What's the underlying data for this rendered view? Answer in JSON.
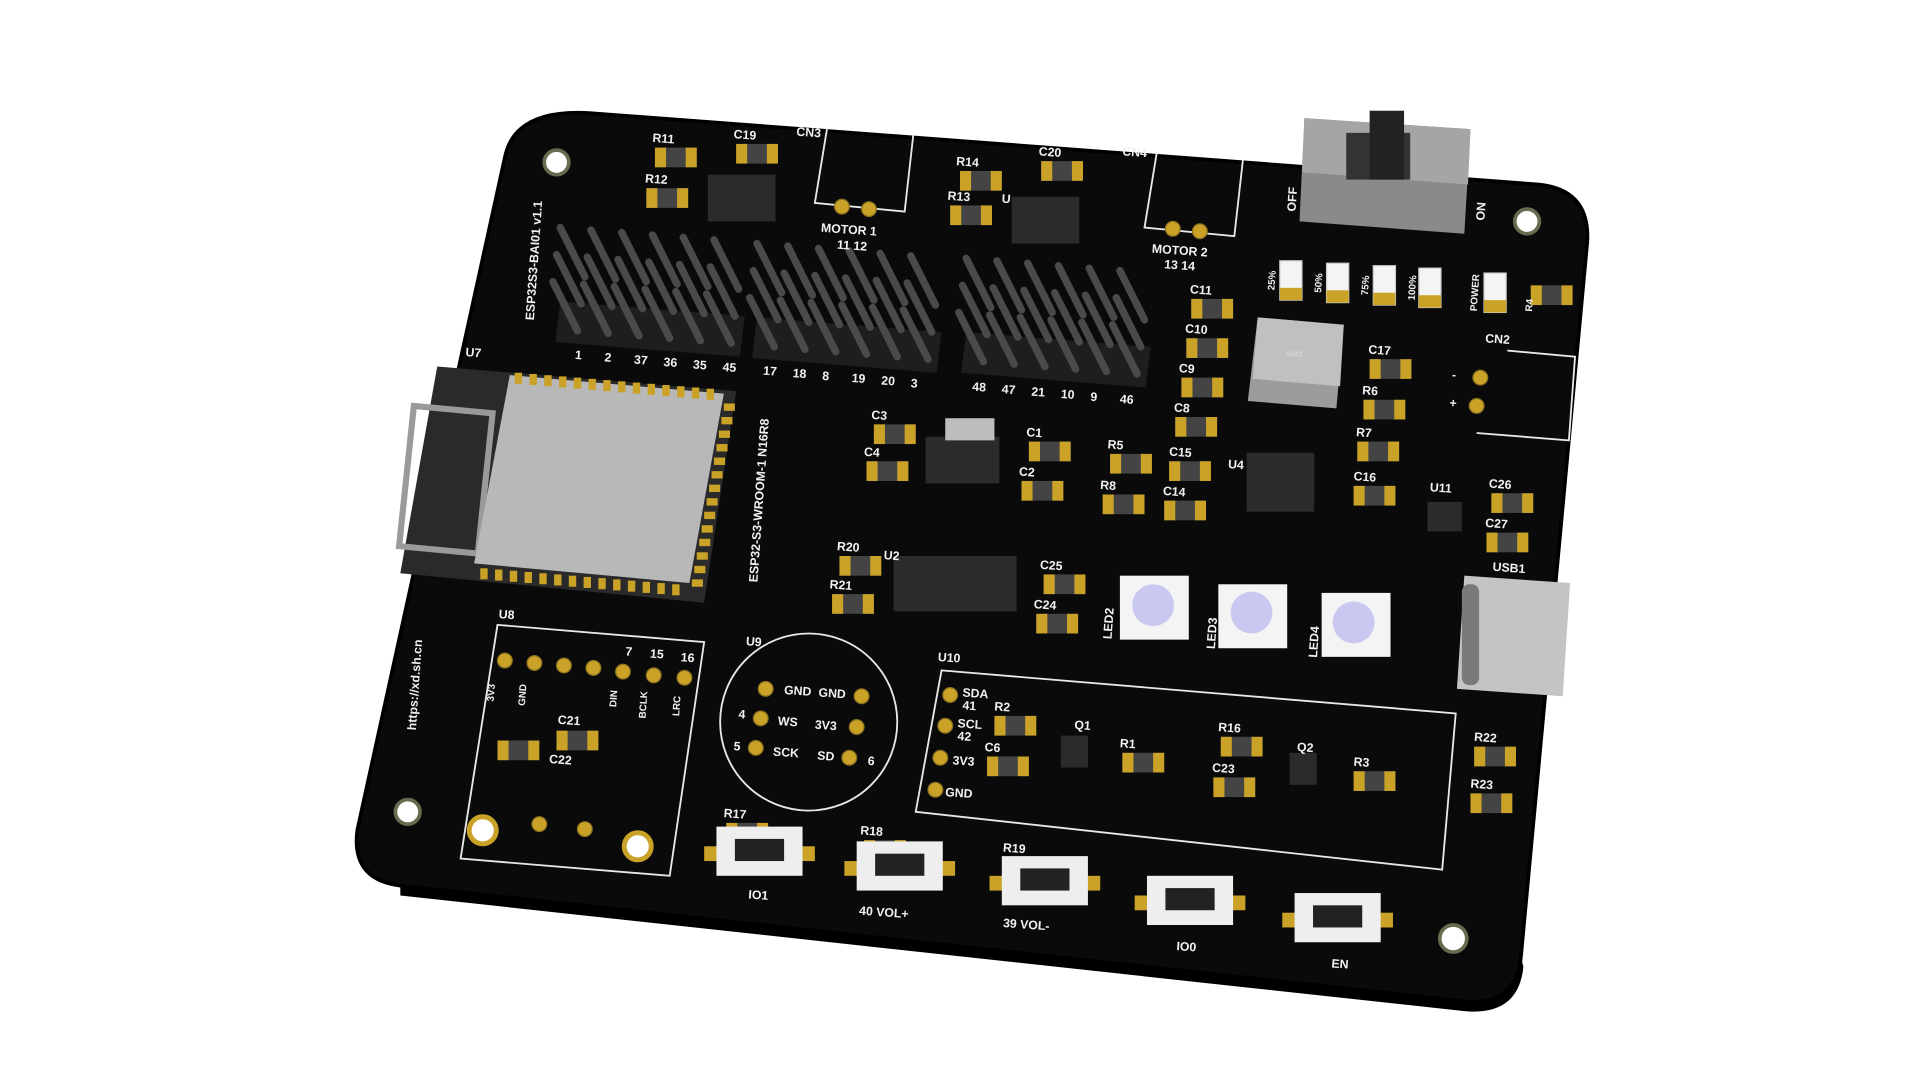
{
  "board": {
    "name": "ESP32S3-BAI01 v1.1",
    "url": "https://xd.sh.cn",
    "module": "ESP32-S3-WROOM-1 N16R8",
    "module_ref": "U7",
    "inductor_marking": "SMD",
    "colors": {
      "soldermask": "#0a0a0a",
      "silkscreen": "#f2f2f2",
      "pad": "#c9a227",
      "metal": "#b4b4b4",
      "led_lens": "#c9c8f0"
    }
  },
  "refs": {
    "R11": "R11",
    "C19": "C19",
    "CN3": "CN3",
    "R14": "R14",
    "C20": "C20",
    "CN4": "CN4",
    "R12": "R12",
    "R13": "R13",
    "U": "U",
    "C11": "C11",
    "C10": "C10",
    "C9": "C9",
    "C8": "C8",
    "C17": "C17",
    "R6": "R6",
    "R7": "R7",
    "C16": "C16",
    "CN2": "CN2",
    "U4": "U4",
    "C15": "C15",
    "C14": "C14",
    "R5": "R5",
    "R8": "R8",
    "U11": "U11",
    "C26": "C26",
    "C27": "C27",
    "USB1": "USB1",
    "C3": "C3",
    "C4": "C4",
    "C1": "C1",
    "C2": "C2",
    "R20": "R20",
    "R21": "R21",
    "U2": "U2",
    "C25": "C25",
    "C24": "C24",
    "LED2": "LED2",
    "LED3": "LED3",
    "LED4": "LED4",
    "U8": "U8",
    "C21": "C21",
    "C22": "C22",
    "U9": "U9",
    "U10": "U10",
    "R2": "R2",
    "C6": "C6",
    "Q1": "Q1",
    "R1": "R1",
    "R16": "R16",
    "C23": "C23",
    "Q2": "Q2",
    "R3": "R3",
    "R22": "R22",
    "R23": "R23",
    "R17": "R17",
    "R18": "R18",
    "R19": "R19",
    "R4": "R4"
  },
  "motors": {
    "m1": "MOTOR 1",
    "m1_pins": "11 12",
    "m2": "MOTOR 2",
    "m2_pins": "13 14"
  },
  "power_switch": {
    "off": "OFF",
    "on": "ON"
  },
  "battery_leds": [
    "25%",
    "50%",
    "75%",
    "100%",
    "POWER"
  ],
  "cn2_pins": {
    "minus": "-",
    "plus": "+"
  },
  "header_pins": {
    "h1": [
      "1",
      "2",
      "37",
      "36",
      "35",
      "45"
    ],
    "h2": [
      "17",
      "18",
      "8",
      "19",
      "20",
      "3"
    ],
    "h3": [
      "48",
      "47",
      "21",
      "10",
      "9",
      "46"
    ]
  },
  "u8_pins": {
    "top": [
      "7",
      "15",
      "16"
    ],
    "labels": [
      "3V3",
      "GND",
      "DIN",
      "BCLK",
      "LRC"
    ]
  },
  "u9_pins": {
    "gnd1": "GND",
    "gnd2": "GND",
    "p4": "4",
    "ws": "WS",
    "v3": "3V3",
    "p5": "5",
    "sck": "SCK",
    "sd": "SD",
    "p6": "6"
  },
  "u10_pins": {
    "sda": "SDA",
    "p41": "41",
    "scl": "SCL",
    "p42": "42",
    "v3": "3V3",
    "gnd": "GND"
  },
  "buttons": [
    "IO1",
    "40 VOL+",
    "39 VOL-",
    "IO0",
    "EN"
  ]
}
